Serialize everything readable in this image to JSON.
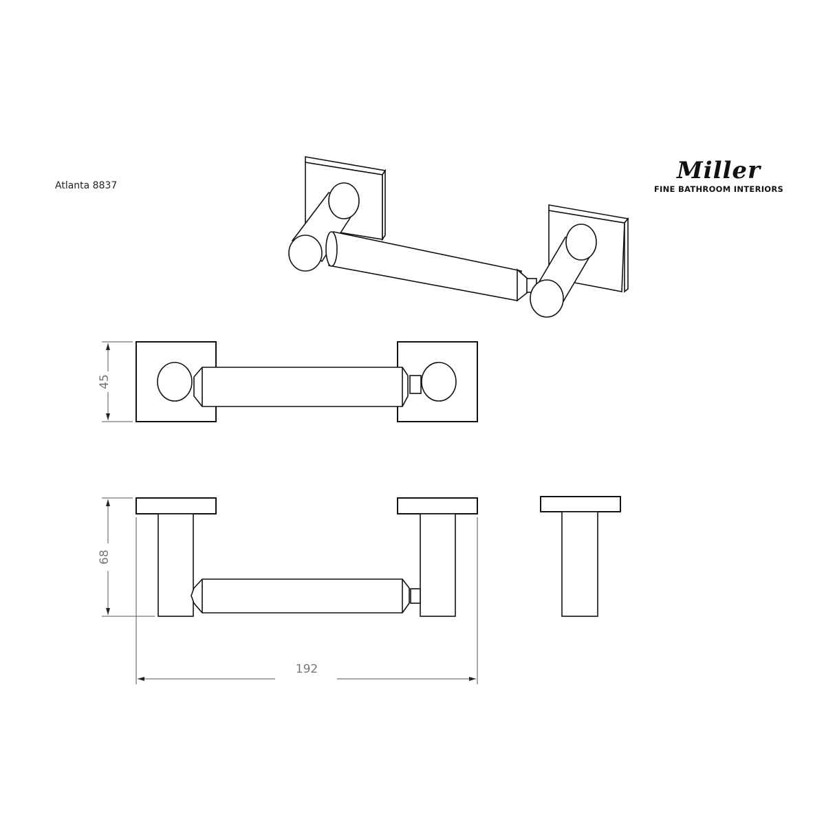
{
  "product": {
    "name": "Atlanta 8837"
  },
  "brand": {
    "name": "Miller",
    "tagline": "FINE BATHROOM INTERIORS"
  },
  "views": {
    "isometric": {
      "label": "isometric-view"
    },
    "top": {
      "dimension_height": "45"
    },
    "front": {
      "dimension_height": "68",
      "dimension_width": "192"
    },
    "side": {
      "label": "side-view"
    }
  },
  "colors": {
    "line": "#111111",
    "dimension": "#777777",
    "background": "#ffffff"
  }
}
